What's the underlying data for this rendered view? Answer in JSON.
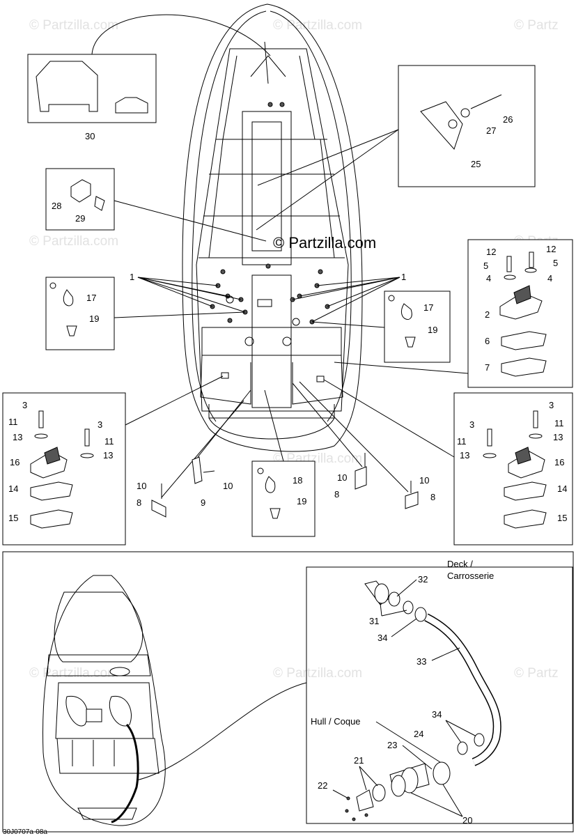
{
  "watermarks": {
    "brand": "© Partzilla.com",
    "brand_center": "© Partzilla.com",
    "brand_cut": "© Partz"
  },
  "image_code": "30J0707a-08a",
  "text_labels": {
    "deck": "Deck /",
    "carrosserie": "Carrosserie",
    "hull": "Hull / Coque"
  },
  "callouts": {
    "n1": "1",
    "n2": "2",
    "n3": "3",
    "n4": "4",
    "n5": "5",
    "n6": "6",
    "n7": "7",
    "n8": "8",
    "n9": "9",
    "n10": "10",
    "n11": "11",
    "n12": "12",
    "n13": "13",
    "n14": "14",
    "n15": "15",
    "n16": "16",
    "n17": "17",
    "n18": "18",
    "n19": "19",
    "n20": "20",
    "n21": "21",
    "n22": "22",
    "n23": "23",
    "n24": "24",
    "n25": "25",
    "n26": "26",
    "n27": "27",
    "n28": "28",
    "n29": "29",
    "n30": "30",
    "n31": "31",
    "n32": "32",
    "n33": "33",
    "n34": "34"
  },
  "colors": {
    "line": "#000000",
    "watermark": "#e2e2e2",
    "background": "#ffffff"
  }
}
